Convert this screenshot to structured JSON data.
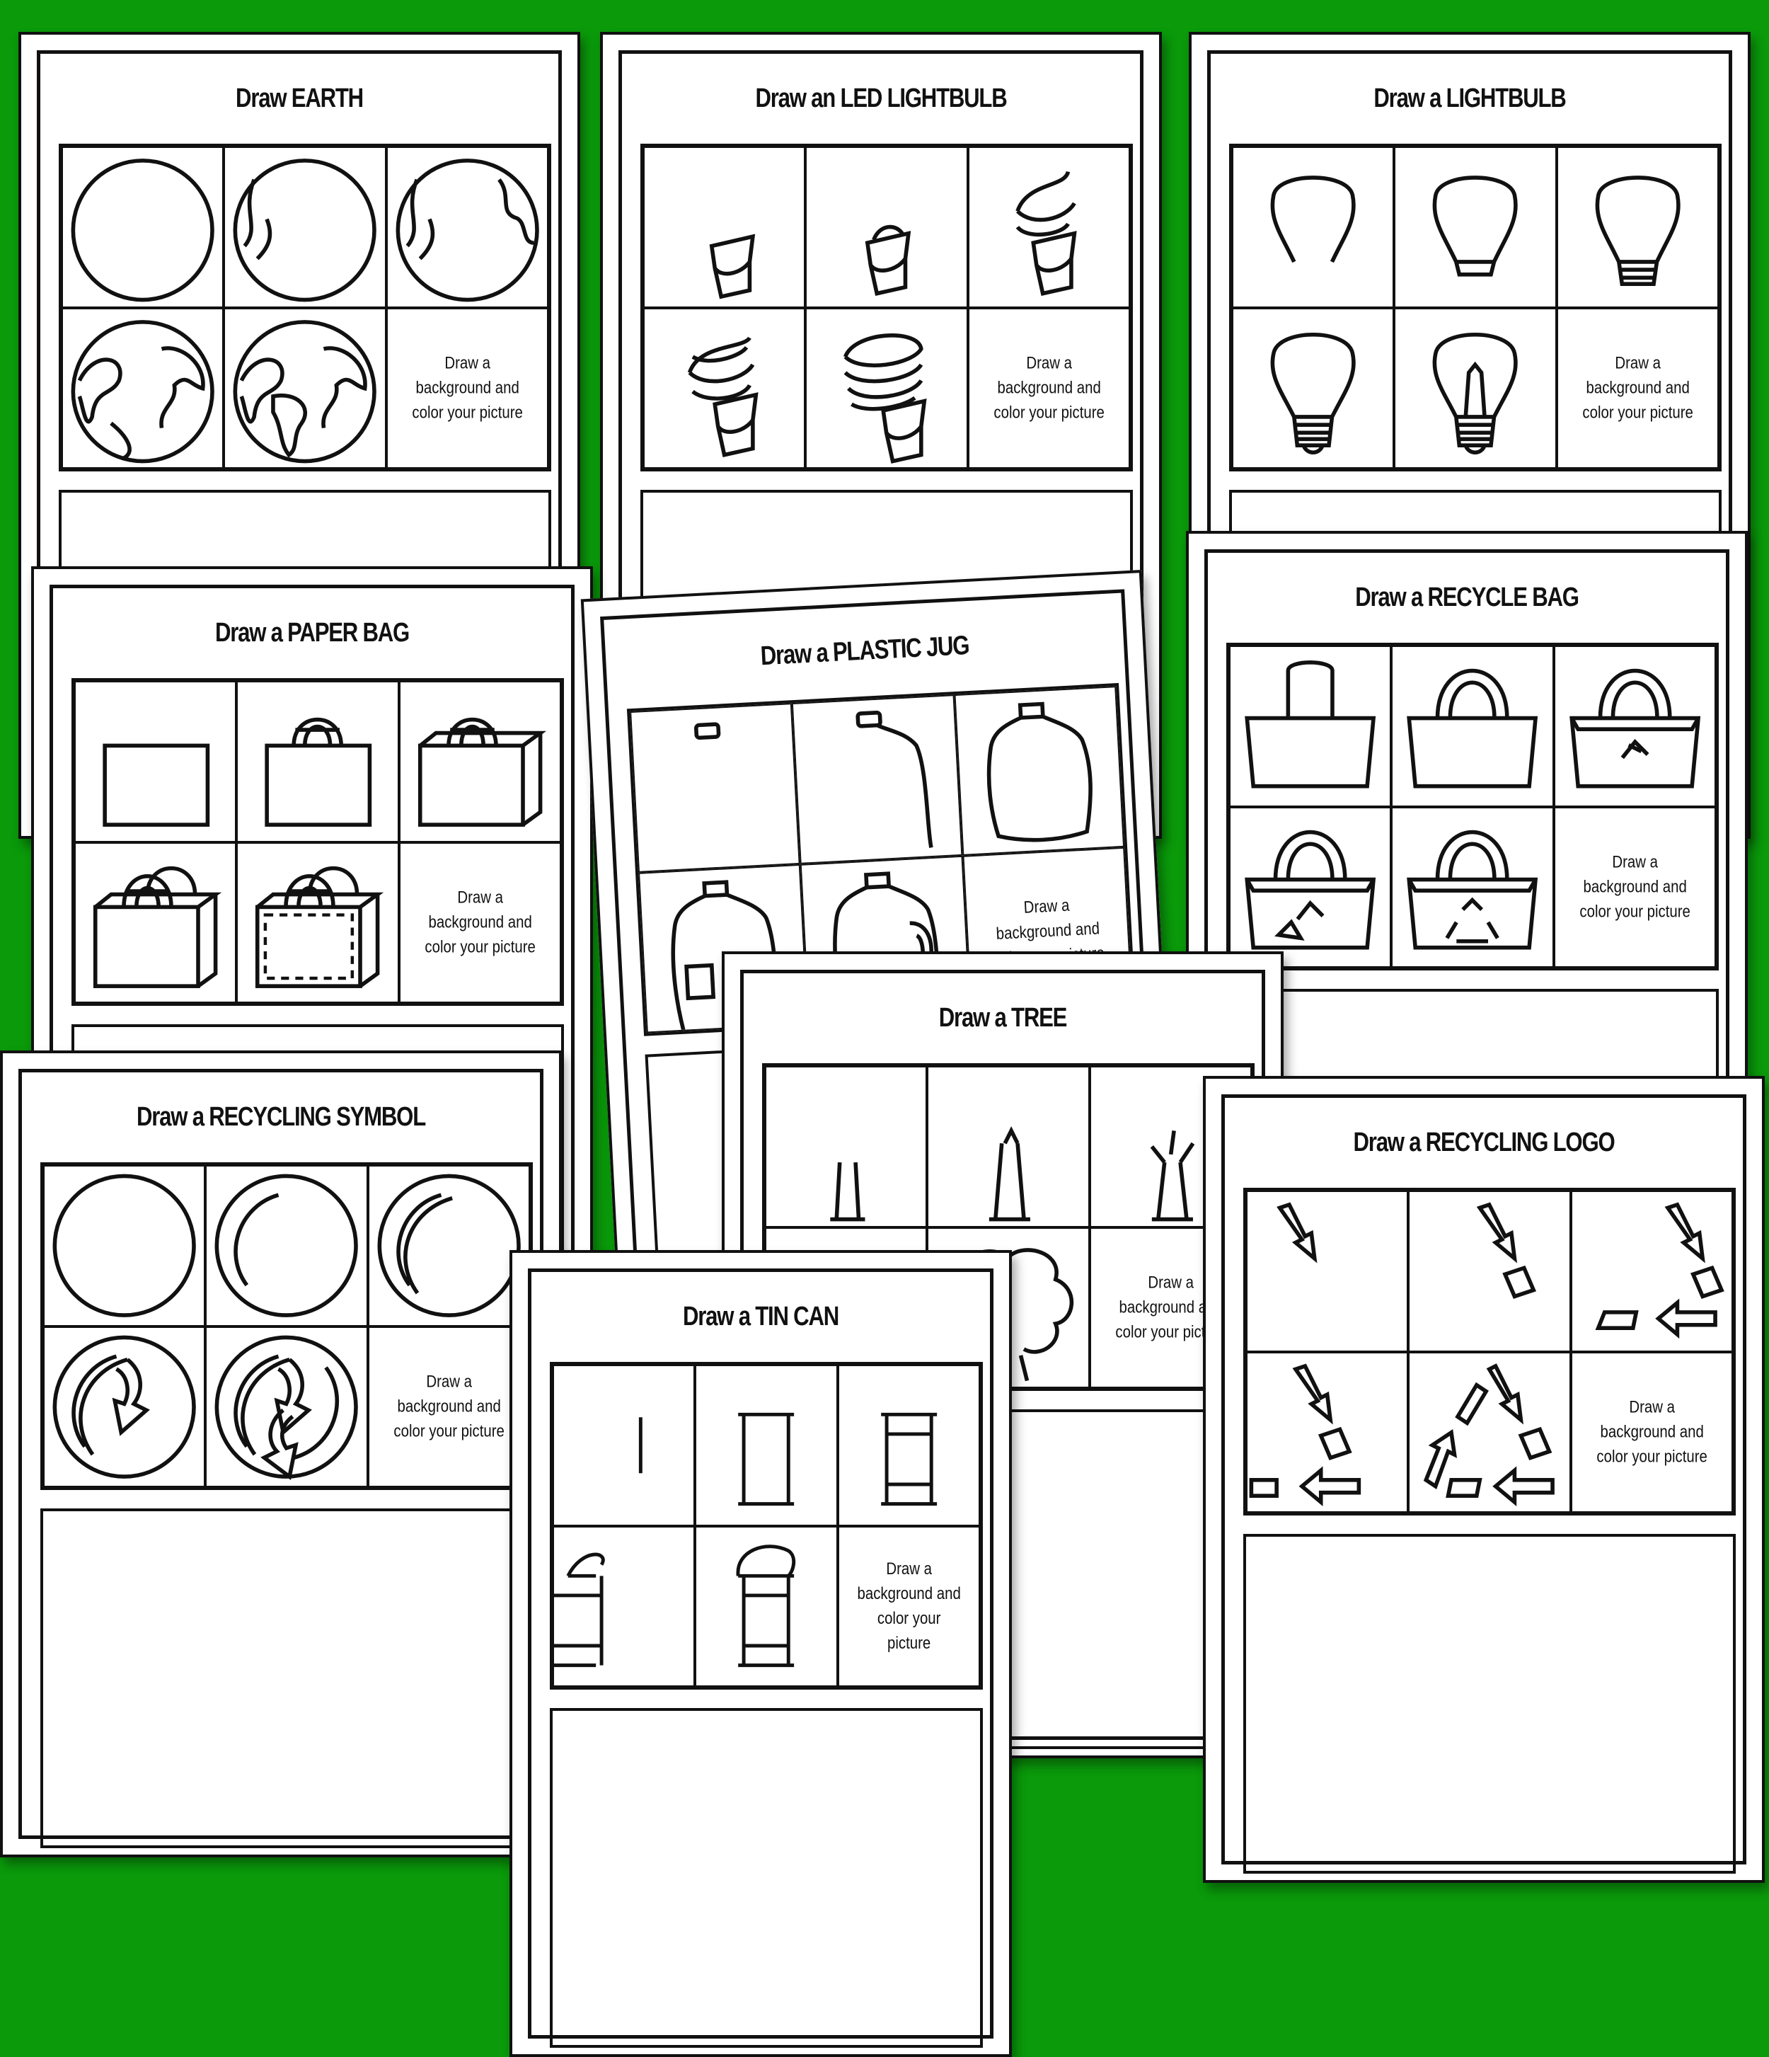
{
  "background_color": "#0a9a0a",
  "instruction": "Draw a background and color your picture",
  "worksheets": [
    {
      "title": "Draw EARTH"
    },
    {
      "title": "Draw an LED LIGHTBULB"
    },
    {
      "title": "Draw a LIGHTBULB"
    },
    {
      "title": "Draw a PAPER BAG"
    },
    {
      "title": "Draw a  PLASTIC JUG"
    },
    {
      "title": "Draw a RECYCLE BAG"
    },
    {
      "title": "Draw a TREE"
    },
    {
      "title": "Draw a RECYCLING SYMBOL"
    },
    {
      "title": "Draw a RECYCLING LOGO"
    },
    {
      "title": "Draw a TIN CAN"
    }
  ]
}
